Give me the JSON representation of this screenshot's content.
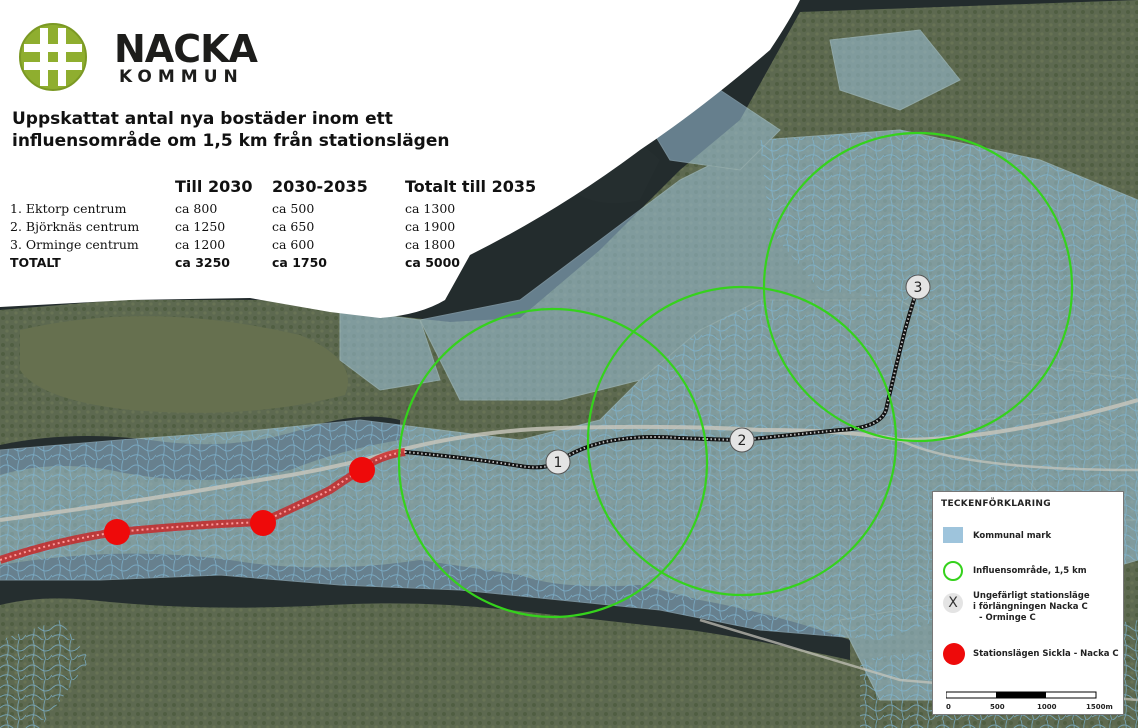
{
  "logo": {
    "word": "NACKA",
    "sub": "KOMMUN"
  },
  "heading": "Uppskattat antal nya bostäder inom ett influensområde om 1,5 km från stationslägen",
  "table": {
    "headers": [
      "",
      "Till 2030",
      "2030-2035",
      "Totalt till 2035"
    ],
    "rows": [
      [
        "1. Ektorp centrum",
        "ca 800",
        "ca 500",
        "ca 1300"
      ],
      [
        "2. Björknäs centrum",
        "ca 1250",
        "ca 650",
        "ca 1900"
      ],
      [
        "3. Orminge centrum",
        "ca 1200",
        "ca 600",
        "ca 1800"
      ]
    ],
    "total": [
      "TOTALT",
      "ca 3250",
      "ca 1750",
      "ca 5000"
    ]
  },
  "stations": [
    "1",
    "2",
    "3"
  ],
  "legend": {
    "title": "TECKENFÖRKLARING",
    "kommunal": "Kommunal mark",
    "influens": "Influensområde, 1,5 km",
    "station_symbol": "X",
    "station_lines": [
      "Ungefärligt stationsläge",
      "i förlängningen Nacka C",
      "- Orminge C"
    ],
    "sickla": "Stationslägen Sickla - Nacka C",
    "scale_ticks": [
      "0",
      "500",
      "1000",
      "1500m"
    ]
  },
  "colors": {
    "water": "#232c2d",
    "land": "#5e6a50",
    "kommunal": "#9ec4dc",
    "influens": "#35d21c",
    "sickla": "#ee0a0a",
    "station_fill": "#e4e4e4"
  }
}
